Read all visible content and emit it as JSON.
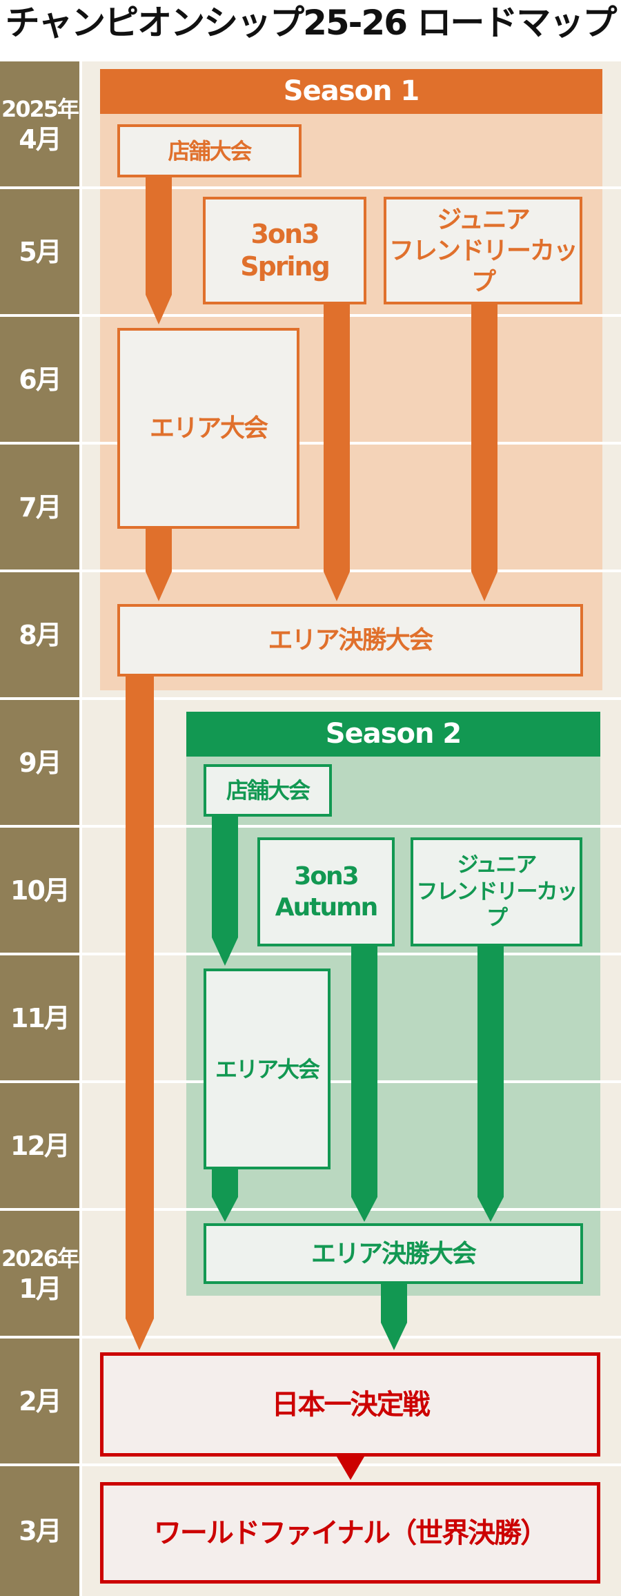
{
  "title": "チャンピオンシップ25-26 ロードマップ",
  "months": [
    {
      "year": "2025年",
      "label": "4月"
    },
    {
      "year": "",
      "label": "5月"
    },
    {
      "year": "",
      "label": "6月"
    },
    {
      "year": "",
      "label": "7月"
    },
    {
      "year": "",
      "label": "8月"
    },
    {
      "year": "",
      "label": "9月"
    },
    {
      "year": "",
      "label": "10月"
    },
    {
      "year": "",
      "label": "11月"
    },
    {
      "year": "",
      "label": "12月"
    },
    {
      "year": "2026年",
      "label": "1月"
    },
    {
      "year": "",
      "label": "2月"
    },
    {
      "year": "",
      "label": "3月"
    }
  ],
  "colors": {
    "season1": "#e0702c",
    "season2": "#129852",
    "final": "#cc0000",
    "month_bg": "#907f57"
  },
  "season1": {
    "label": "Season 1",
    "store": "店舗大会",
    "three_on_three": [
      "3on3",
      "Spring"
    ],
    "junior": [
      "ジュニア",
      "フレンドリーカップ"
    ],
    "area": "エリア大会",
    "area_final": "エリア決勝大会"
  },
  "season2": {
    "label": "Season 2",
    "store": "店舗大会",
    "three_on_three": [
      "3on3",
      "Autumn"
    ],
    "junior": [
      "ジュニア",
      "フレンドリーカップ"
    ],
    "area": "エリア大会",
    "area_final": "エリア決勝大会"
  },
  "national_final": "日本一決定戦",
  "world_final": "ワールドファイナル（世界決勝）"
}
